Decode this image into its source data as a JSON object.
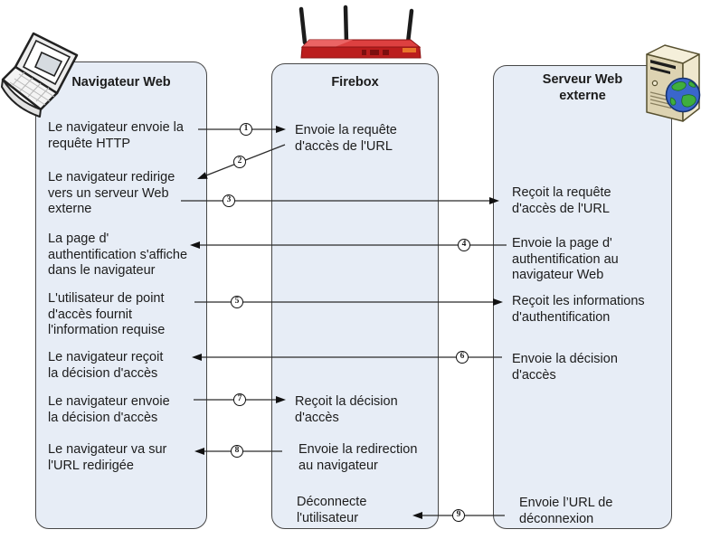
{
  "lanes": [
    {
      "id": "navigateur-web",
      "title": "Navigateur Web",
      "icon": "laptop-icon",
      "steps": [
        {
          "lines": [
            "Le navigateur envoie la",
            "requête HTTP"
          ]
        },
        {
          "lines": [
            "Le navigateur redirige",
            "vers un serveur Web",
            "externe"
          ]
        },
        {
          "lines": [
            "La page d'",
            "authentification s'affiche",
            "dans le navigateur"
          ]
        },
        {
          "lines": [
            "L'utilisateur de point",
            "d'accès fournit",
            "l'information requise"
          ]
        },
        {
          "lines": [
            "Le navigateur reçoit",
            "la décision d'accès"
          ]
        },
        {
          "lines": [
            "Le navigateur envoie",
            "la décision d'accès"
          ]
        },
        {
          "lines": [
            "Le navigateur va sur",
            "l'URL redirigée"
          ]
        }
      ]
    },
    {
      "id": "firebox",
      "title": "Firebox",
      "icon": "firebox-router-icon",
      "steps": [
        {
          "lines": [
            "Envoie la requête",
            "d'accès de l'URL"
          ]
        },
        {
          "lines": [
            "Reçoit la décision",
            "d'accès"
          ]
        },
        {
          "lines": [
            "Envoie la redirection",
            "au navigateur"
          ]
        },
        {
          "lines": [
            "Déconnecte",
            "l'utilisateur"
          ]
        }
      ]
    },
    {
      "id": "serveur-web-externe",
      "title": "Serveur Web externe",
      "icon": "web-server-icon",
      "steps": [
        {
          "lines": [
            "Reçoit la requête",
            "d'accès de l'URL"
          ]
        },
        {
          "lines": [
            "Envoie la page d'",
            "authentification au",
            "navigateur Web"
          ]
        },
        {
          "lines": [
            "Reçoit les informations",
            "d'authentification"
          ]
        },
        {
          "lines": [
            "Envoie la décision",
            "d'accès"
          ]
        },
        {
          "lines": [
            "Envoie l’URL de",
            "déconnexion"
          ]
        }
      ]
    }
  ],
  "arrows": [
    {
      "num": "1",
      "from": "Navigateur Web",
      "to": "Firebox"
    },
    {
      "num": "2",
      "from": "Firebox",
      "to": "Navigateur Web"
    },
    {
      "num": "3",
      "from": "Navigateur Web",
      "to": "Serveur Web externe"
    },
    {
      "num": "4",
      "from": "Serveur Web externe",
      "to": "Navigateur Web"
    },
    {
      "num": "5",
      "from": "Navigateur Web",
      "to": "Serveur Web externe"
    },
    {
      "num": "6",
      "from": "Serveur Web externe",
      "to": "Navigateur Web"
    },
    {
      "num": "7",
      "from": "Navigateur Web",
      "to": "Firebox"
    },
    {
      "num": "8",
      "from": "Firebox",
      "to": "Navigateur Web"
    },
    {
      "num": "9",
      "from": "Serveur Web externe",
      "to": "Firebox"
    }
  ],
  "colors": {
    "lane_fill": "#e7edf6",
    "lane_border": "#474747",
    "arrow": "#2b2b2b",
    "firebox_red": "#c02020",
    "server_beige": "#e3d9b8",
    "globe_blue": "#3a66cc",
    "globe_green": "#3fae3f"
  }
}
